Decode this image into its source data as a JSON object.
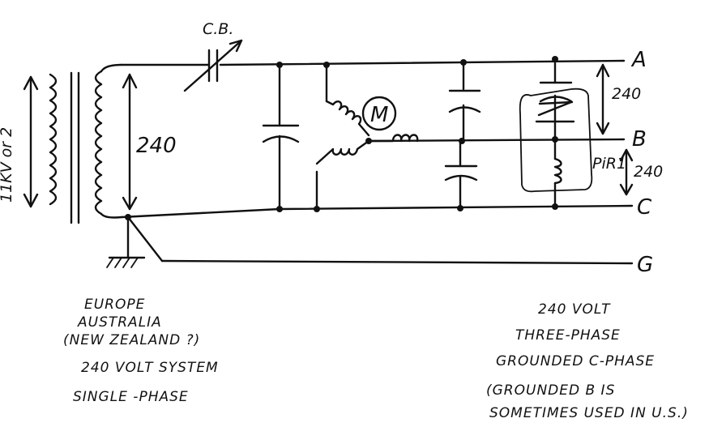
{
  "labels": {
    "cb": "C.B.",
    "phase_a": "A",
    "phase_b": "B",
    "phase_c": "C",
    "ground": "G",
    "volt_primary": "240",
    "volt_ab": "240",
    "volt_bc": "240",
    "motor": "M",
    "pir": "PiR1",
    "primary_kv": "11KV or 2"
  },
  "notes": {
    "left": [
      "EUROPE",
      "AUSTRALIA",
      "(NEW ZEALAND ?)",
      "240 VOLT SYSTEM",
      "SINGLE -PHASE"
    ],
    "right": [
      "240 VOLT",
      "THREE-PHASE",
      "GROUNDED C-PHASE",
      "(GROUNDED B IS",
      "SOMETIMES USED IN U.S.)"
    ]
  }
}
